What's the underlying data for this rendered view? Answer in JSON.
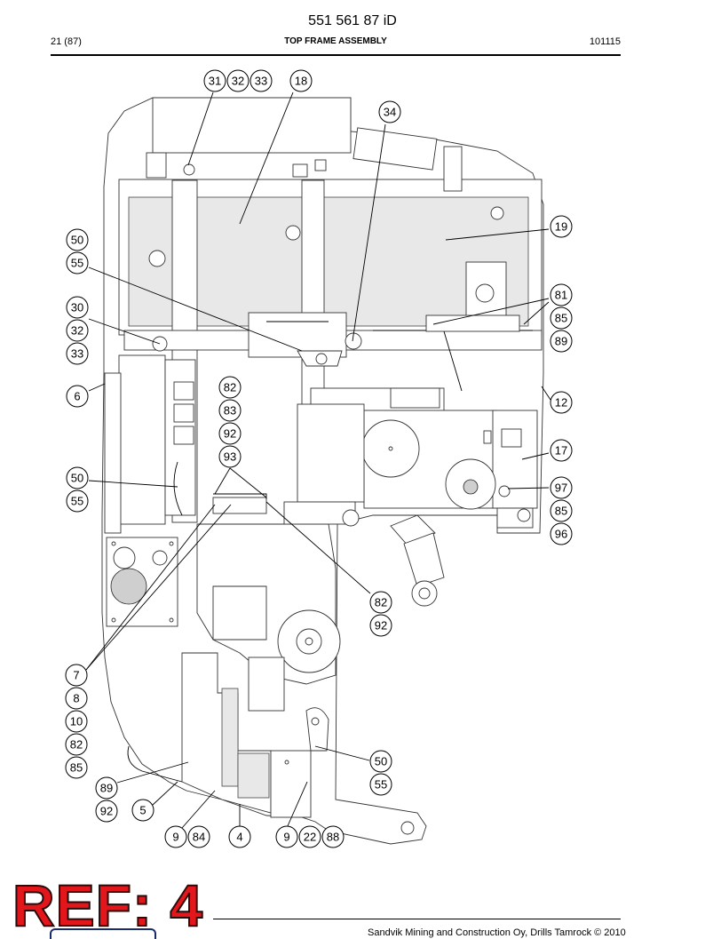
{
  "header": {
    "document_number": "551 561 87 iD",
    "page": "21 (87)",
    "section_title": "TOP FRAME ASSEMBLY",
    "date_code": "101115"
  },
  "footer": {
    "copyright": "Sandvik Mining and Construction Oy, Drills Tamrock © 2010"
  },
  "reference": "REF: 4",
  "callouts": [
    "31",
    "32",
    "33",
    "18",
    "34",
    "19",
    "50",
    "55",
    "30",
    "32",
    "33",
    "81",
    "85",
    "89",
    "6",
    "82",
    "83",
    "92",
    "93",
    "12",
    "17",
    "50",
    "55",
    "97",
    "85",
    "96",
    "82",
    "92",
    "7",
    "8",
    "10",
    "82",
    "85",
    "89",
    "92",
    "5",
    "50",
    "55",
    "9",
    "84",
    "4",
    "9",
    "22",
    "88"
  ]
}
